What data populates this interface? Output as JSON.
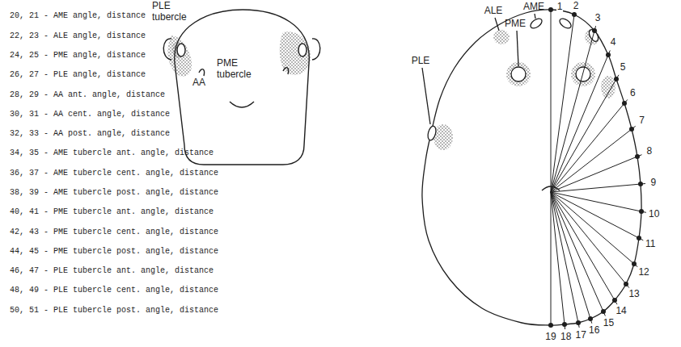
{
  "diagram": {
    "labels": [
      "20, 21 - AME angle, distance",
      "22, 23 - ALE angle, distance",
      "24, 25 - PME angle, distance",
      "26, 27 - PLE angle, distance",
      "28, 29 - AA ant. angle, distance",
      "30, 31 - AA cent. angle, distance",
      "32, 33 - AA post. angle, distance",
      "34, 35 - AME tubercle ant. angle, distance",
      "36, 37 - AME tubercle cent. angle, distance",
      "38, 39 - AME tubercle post. angle, distance",
      "40, 41 - PME tubercle ant. angle, distance",
      "42, 43 - PME tubercle cent. angle, distance",
      "44, 45 - PME tubercle post. angle, distance",
      "46, 47 - PLE tubercle ant. angle, distance",
      "48, 49 - PLE tubercle cent. angle, distance",
      "50, 51 - PLE tubercle post. angle, distance",
      "PLE tubercle",
      "PME tubercle",
      "AA",
      "AME",
      "ALE",
      "PME",
      "PLE",
      "1",
      "2",
      "3",
      "4",
      "5",
      "6",
      "7",
      "8",
      "9",
      "10",
      "11",
      "12",
      "13",
      "14",
      "15",
      "16",
      "17",
      "18",
      "19"
    ]
  }
}
